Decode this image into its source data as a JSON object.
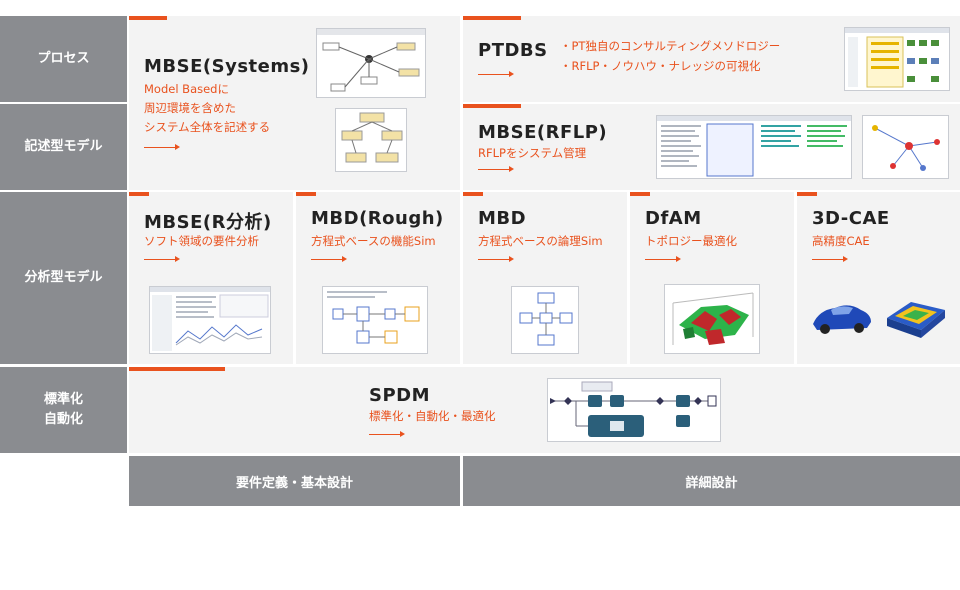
{
  "row_labels": [
    "プロセス",
    "記述型モデル",
    "分析型モデル",
    "標準化\n自動化"
  ],
  "cells": {
    "mbse_systems": {
      "title": "MBSE(Systems)",
      "desc": "Model Basedに\n周辺環境を含めた\nシステム全体を記述する"
    },
    "ptdbs": {
      "title": "PTDBS",
      "items": [
        "・PT独自のコンサルティングメソドロジー",
        "・RFLP・ノウハウ・ナレッジの可視化"
      ]
    },
    "mbse_rflp": {
      "title": "MBSE(RFLP)",
      "desc": "RFLPをシステム管理"
    },
    "mbse_r": {
      "title": "MBSE(R分析)",
      "desc": "ソフト領域の要件分析"
    },
    "mbd_rough": {
      "title": "MBD(Rough)",
      "desc": "方程式ベースの機能Sim"
    },
    "mbd": {
      "title": "MBD",
      "desc": "方程式ベースの論理Sim"
    },
    "dfam": {
      "title": "DfAM",
      "desc": "トポロジー最適化"
    },
    "cae3d": {
      "title": "3D-CAE",
      "desc": "高精度CAE"
    },
    "spdm": {
      "title": "SPDM",
      "desc": "標準化・自動化・最適化"
    }
  },
  "footer": {
    "left": "要件定義・基本設計",
    "right": "詳細設計"
  },
  "colors": {
    "accent": "#e9521e",
    "label_bg": "#8a8c90",
    "cell_bg": "#f3f3f3",
    "title": "#222222"
  },
  "icons": [
    "arrow-right-icon"
  ]
}
